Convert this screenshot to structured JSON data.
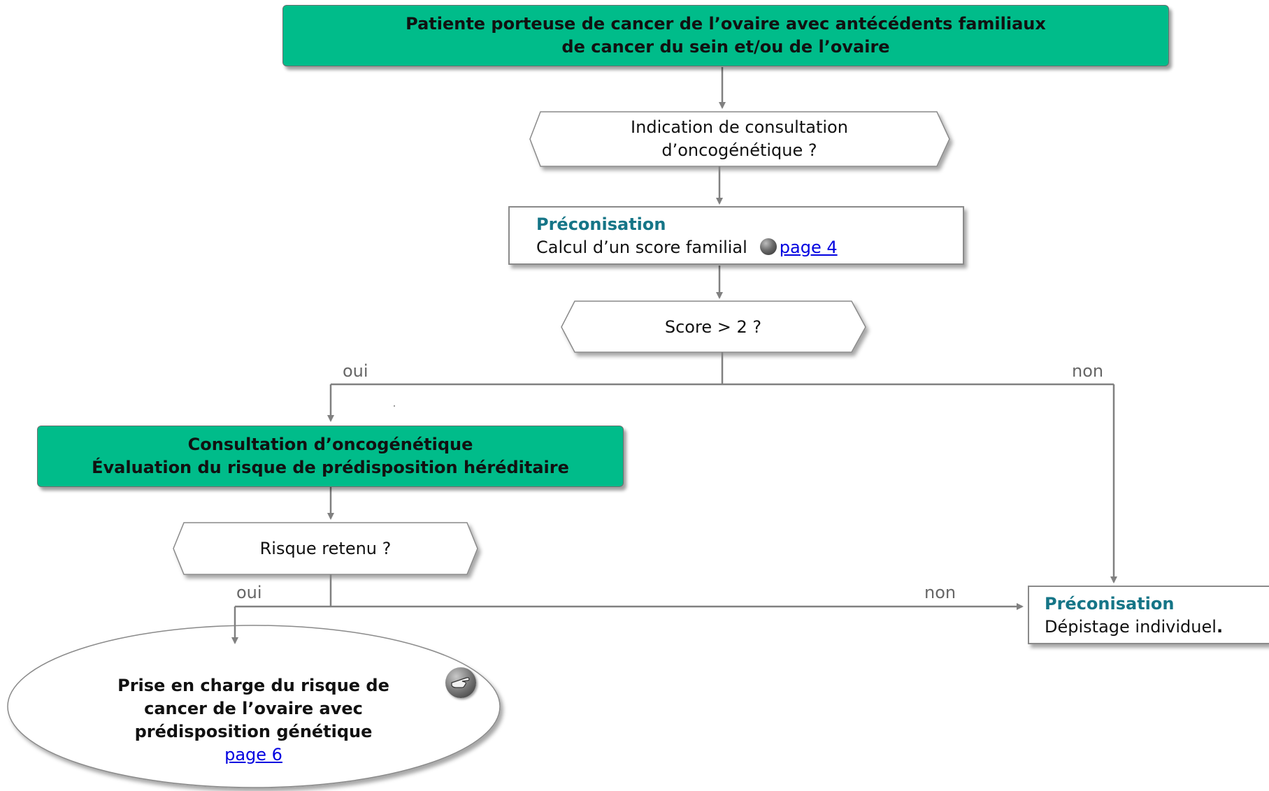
{
  "top_box": {
    "line1": "Patiente porteuse de cancer de l’ovaire avec antécédents familiaux",
    "line2": "de cancer du sein et/ou de l’ovaire"
  },
  "question1": {
    "line1": "Indication de consultation",
    "line2": "d’oncogénétique ?"
  },
  "preco1": {
    "title": "Préconisation",
    "text": "Calcul d’un score familial",
    "link": "page 4"
  },
  "question2": {
    "text": "Score > 2 ?"
  },
  "branch_score": {
    "yes": "oui",
    "no": "non"
  },
  "consult_box": {
    "line1": "Consultation d’oncogénétique",
    "line2": "Évaluation du risque de prédisposition héréditaire"
  },
  "question3": {
    "text": "Risque retenu ?"
  },
  "branch_risk": {
    "yes": "oui",
    "no": "non"
  },
  "preco2": {
    "title": "Préconisation",
    "text": "Dépistage individuel",
    "suffix": "."
  },
  "ellipse": {
    "line1": "Prise en charge du risque de",
    "line2": "cancer de l’ovaire avec",
    "line3": "prédisposition génétique",
    "link": "page 6"
  },
  "colors": {
    "green": "#00bc8a",
    "title_teal": "#157587",
    "connector": "#808080",
    "link": "#0000e0"
  },
  "icons": [
    "info-ball-icon",
    "pointing-hand-icon"
  ]
}
